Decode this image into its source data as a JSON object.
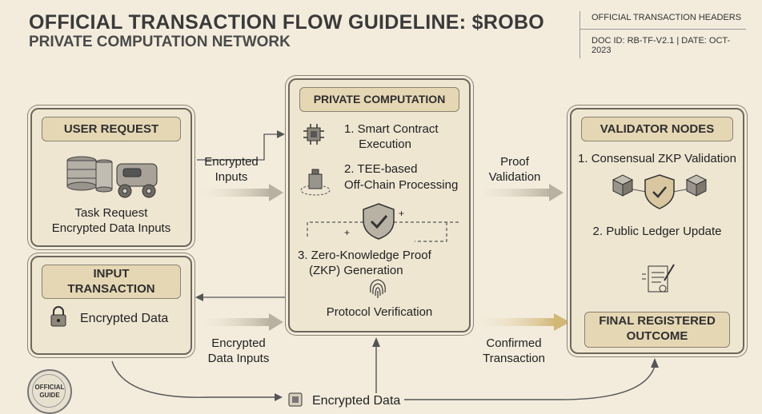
{
  "header": {
    "title": "OFFICIAL TRANSACTION FLOW GUIDELINE: $ROBO",
    "subtitle": "PRIVATE COMPUTATION NETWORK",
    "right_title": "OFFICIAL TRANSACTION HEADERS",
    "doc_info": "DOC ID: RB-TF-V2.1 | DATE: OCT-2023"
  },
  "user_request": {
    "title": "USER REQUEST",
    "line1": "Task Request",
    "line2": "Encrypted Data Inputs"
  },
  "input_transaction": {
    "title_line1": "INPUT",
    "title_line2": "TRANSACTION",
    "label": "Encrypted Data"
  },
  "private_computation": {
    "title": "PRIVATE COMPUTATION",
    "step1_line1": "1. Smart Contract",
    "step1_line2": "Execution",
    "step2_line1": "2. TEE-based",
    "step2_line2": "Off-Chain Processing",
    "step3_line1": "3. Zero-Knowledge Proof",
    "step3_line2": "(ZKP) Generation",
    "verification": "Protocol Verification"
  },
  "validator_nodes": {
    "title": "VALIDATOR NODES",
    "step1": "1. Consensual ZKP Validation",
    "step2": "2. Public Ledger Update",
    "final_line1": "FINAL REGISTERED",
    "final_line2": "OUTCOME"
  },
  "flows": {
    "encrypted_inputs_line1": "Encrypted",
    "encrypted_inputs_line2": "Inputs",
    "encrypted_data_inputs_line1": "Encrypted",
    "encrypted_data_inputs_line2": "Data Inputs",
    "proof_validation_line1": "Proof",
    "proof_validation_line2": "Validation",
    "confirmed_line1": "Confirmed",
    "confirmed_line2": "Transaction",
    "bottom_label": "Encrypted Data"
  },
  "stamp": {
    "line1": "OFFICIAL",
    "line2": "GUIDE"
  },
  "icons": {
    "database": "database-icon",
    "robot": "robot-icon",
    "lock": "lock-icon",
    "chip": "chip-icon",
    "tee": "tee-node-icon",
    "shield": "shield-check-icon",
    "fingerprint": "fingerprint-icon",
    "cube": "cube-icon",
    "document": "document-sign-icon"
  }
}
